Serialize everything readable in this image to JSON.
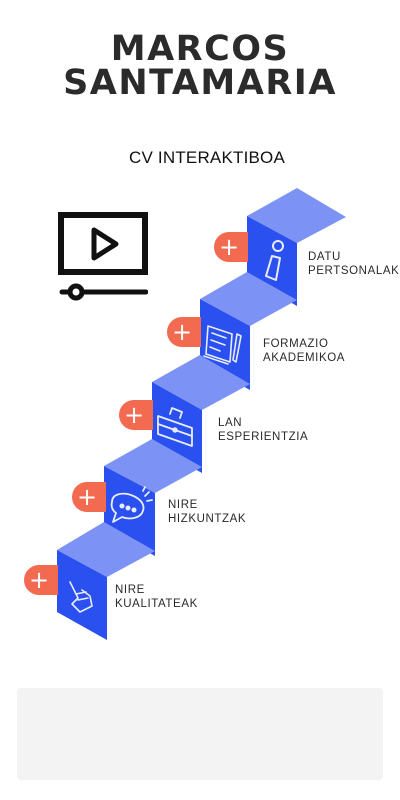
{
  "header": {
    "name_line1": "MARCOS",
    "name_line2": "SANTAMARIA",
    "subtitle": "CV INTERAKTIBOA"
  },
  "video": {
    "icon": "video-play-icon"
  },
  "colors": {
    "step_front": "#2b50f0",
    "step_top": "#7c93f5",
    "plus": "#f26a50",
    "icon_stroke": "#e8ecff"
  },
  "steps": [
    {
      "label_line1": "DATU",
      "label_line2": "PERTSONALAK",
      "plus": "+",
      "icon": "person-icon"
    },
    {
      "label_line1": "FORMAZIO",
      "label_line2": "AKADEMIKOA",
      "plus": "+",
      "icon": "diploma-icon"
    },
    {
      "label_line1": "LAN",
      "label_line2": "ESPERIENTZIA",
      "plus": "+",
      "icon": "briefcase-icon"
    },
    {
      "label_line1": "NIRE",
      "label_line2": "HIZKUNTZAK",
      "plus": "+",
      "icon": "speech-bubble-icon"
    },
    {
      "label_line1": "NIRE",
      "label_line2": "KUALITATEAK",
      "plus": "+",
      "icon": "hand-icon"
    }
  ]
}
